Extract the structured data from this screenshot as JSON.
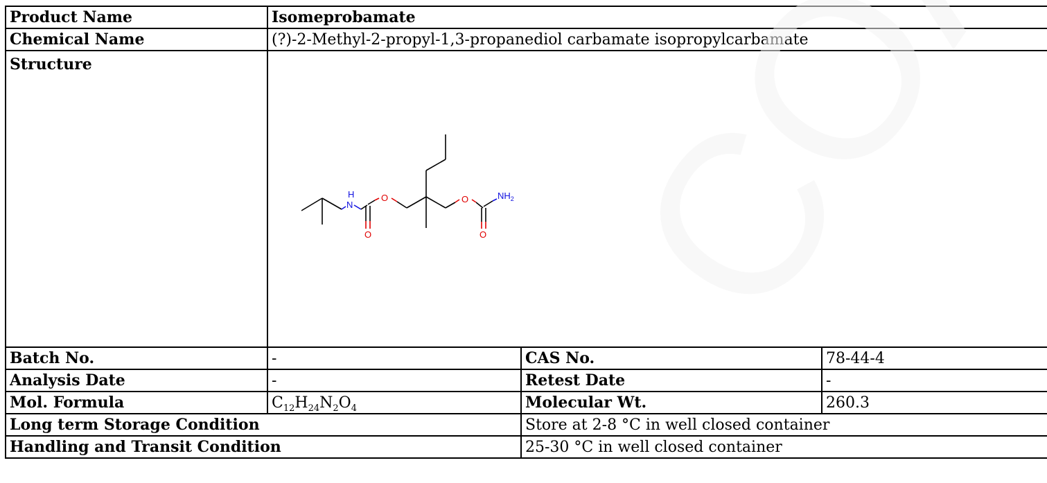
{
  "product": {
    "label": "Product Name",
    "value": "Isomeprobamate"
  },
  "chemical": {
    "label": "Chemical Name",
    "value": "(?)-2-Methyl-2-propyl-1,3-propanediol carbamate isopropylcarbamate"
  },
  "structure": {
    "label": "Structure",
    "atoms": {
      "n_h": "H",
      "n": "N",
      "o_ester1": "O",
      "o_carbonyl1": "O",
      "o_ester2": "O",
      "o_carbonyl2": "O",
      "nh2_main": "NH",
      "nh2_sub": "2"
    },
    "colors": {
      "nitrogen": "#1010e0",
      "oxygen": "#e00000",
      "bond": "#000000"
    }
  },
  "batch": {
    "label": "Batch No.",
    "value": "-"
  },
  "cas": {
    "label": "CAS No.",
    "value": "78-44-4"
  },
  "analysis": {
    "label": "Analysis Date",
    "value": "-"
  },
  "retest": {
    "label": "Retest Date",
    "value": "-"
  },
  "formula": {
    "label": "Mol. Formula",
    "parts": [
      {
        "el": "C",
        "n": "12"
      },
      {
        "el": "H",
        "n": "24"
      },
      {
        "el": "N",
        "n": "2"
      },
      {
        "el": "O",
        "n": "4"
      }
    ]
  },
  "mw": {
    "label": "Molecular Wt.",
    "value": "260.3"
  },
  "storage": {
    "label": "Long term Storage Condition",
    "value": "Store at 2-8 °C in well closed container"
  },
  "handling": {
    "label": "Handling and Transit Condition",
    "value": "25-30 °C in well closed container"
  },
  "watermark": {
    "text": "COA",
    "color": "#f3f3f3"
  }
}
